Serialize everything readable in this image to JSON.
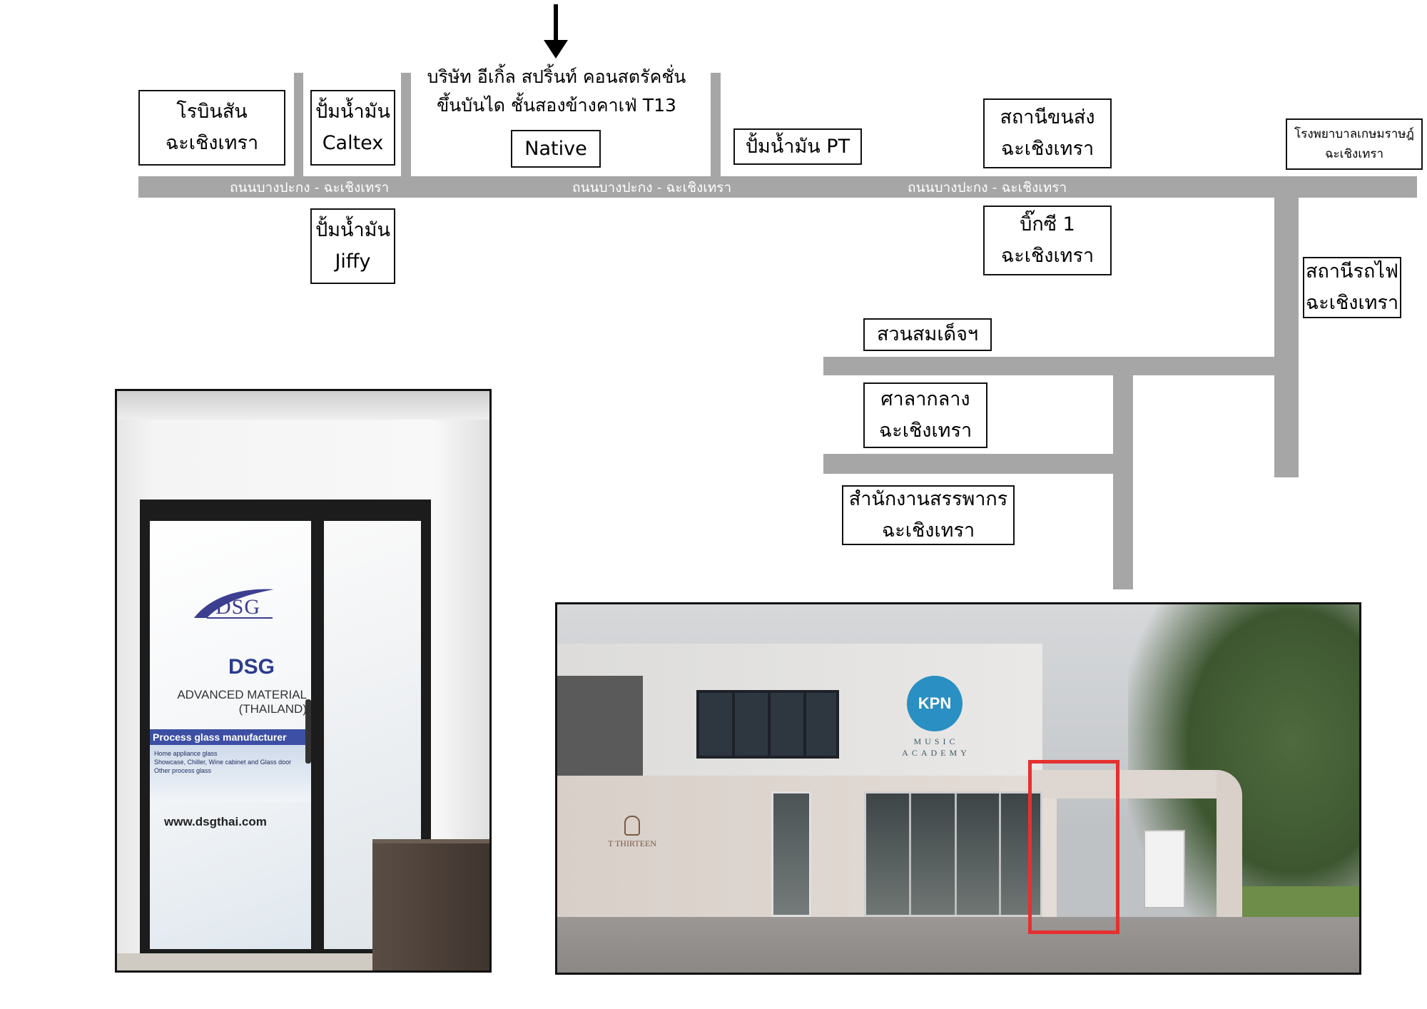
{
  "colors": {
    "road": "#a6a6a6",
    "highlight": "#e63030",
    "box_border": "#111111"
  },
  "arrow": {
    "icon": "down-arrow-icon"
  },
  "company": {
    "line1": "บริษัท อีเกิ้ล สปริ้นท์ คอนสตรัคชั่น",
    "line2": "ขึ้นบันได ชั้นสองข้างคาเฟ่ T13"
  },
  "roads": {
    "main_label_1": "ถนนบางปะกง - ฉะเชิงเทรา",
    "main_label_2": "ถนนบางปะกง - ฉะเชิงเทรา",
    "main_label_3": "ถนนบางปะกง - ฉะเชิงเทรา"
  },
  "landmarks": {
    "robinson": {
      "line1": "โรบินสัน",
      "line2": "ฉะเชิงเทรา"
    },
    "caltex": {
      "line1": "ปั้มน้ำมัน",
      "line2": "Caltex"
    },
    "jiffy": {
      "line1": "ปั้มน้ำมัน",
      "line2": "Jiffy"
    },
    "native": {
      "line1": "Native"
    },
    "pt": {
      "line1": "ปั้มน้ำมัน PT"
    },
    "bus_station": {
      "line1": "สถานีขนส่ง",
      "line2": "ฉะเชิงเทรา"
    },
    "bigc": {
      "line1": "บิ๊กซี 1",
      "line2": "ฉะเชิงเทรา"
    },
    "hospital": {
      "line1": "โรงพยาบาลเกษมราษฎ์",
      "line2": "ฉะเชิงเทรา"
    },
    "train_station": {
      "line1": "สถานีรถไฟ",
      "line2": "ฉะเชิงเทรา"
    },
    "park": {
      "line1": "สวนสมเด็จฯ"
    },
    "court": {
      "line1": "ศาลากลาง",
      "line2": "ฉะเชิงเทรา"
    },
    "revenue_office": {
      "line1": "สำนักงานสรรพากร",
      "line2": "ฉะเชิงเทรา"
    }
  },
  "office_photo": {
    "logo": "DSG",
    "title": "DSG",
    "subtitle_1": "ADVANCED MATERIAL",
    "subtitle_2": "(THAILAND)",
    "band": "Process glass manufacturer",
    "list": [
      "Home appliance glass",
      "Showcase, Chiller, Wine cabinet and Glass door",
      "Other process glass"
    ],
    "website": "www.dsgthai.com"
  },
  "building_photo": {
    "kpn": "KPN",
    "music_1": "MUSIC",
    "music_2": "ACADEMY",
    "cafe": "T THIRTEEN"
  }
}
